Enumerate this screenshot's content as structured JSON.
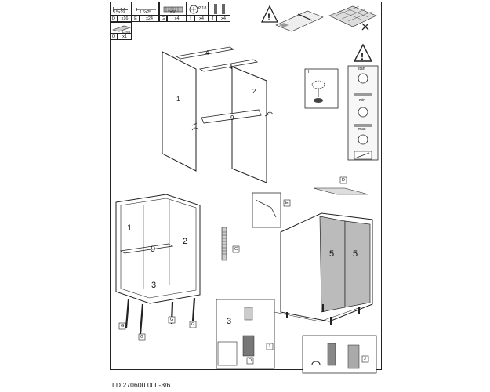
{
  "parts": [
    {
      "code": "D",
      "desc": "3.5x19",
      "qty": "x16",
      "icon": "screw-icon"
    },
    {
      "code": "E",
      "desc": "1.6x25",
      "qty": "x24",
      "icon": "nail-icon"
    },
    {
      "code": "G",
      "desc": "7x50",
      "qty": "x4",
      "icon": "bolt-icon"
    },
    {
      "code": "I",
      "desc": "Ø18",
      "qty": "x4",
      "icon": "cam-lock-icon"
    },
    {
      "code": "J",
      "desc": "",
      "qty": "x4",
      "icon": "leg-icon"
    },
    {
      "code": "O",
      "desc": "L=687",
      "qty": "x1",
      "icon": "rail-icon"
    }
  ],
  "panel_numbers": {
    "p1": "1",
    "p2": "2",
    "p3": "3",
    "p4": "4",
    "p5": "5",
    "p9": "9"
  },
  "callout_letters": {
    "d": "D",
    "e": "E",
    "g": "G",
    "i": "I",
    "j": "J"
  },
  "adjust_labels": {
    "start": "start",
    "min": "min",
    "max": "max"
  },
  "footer": {
    "doc_id": "LD.270600.000-3/6"
  }
}
